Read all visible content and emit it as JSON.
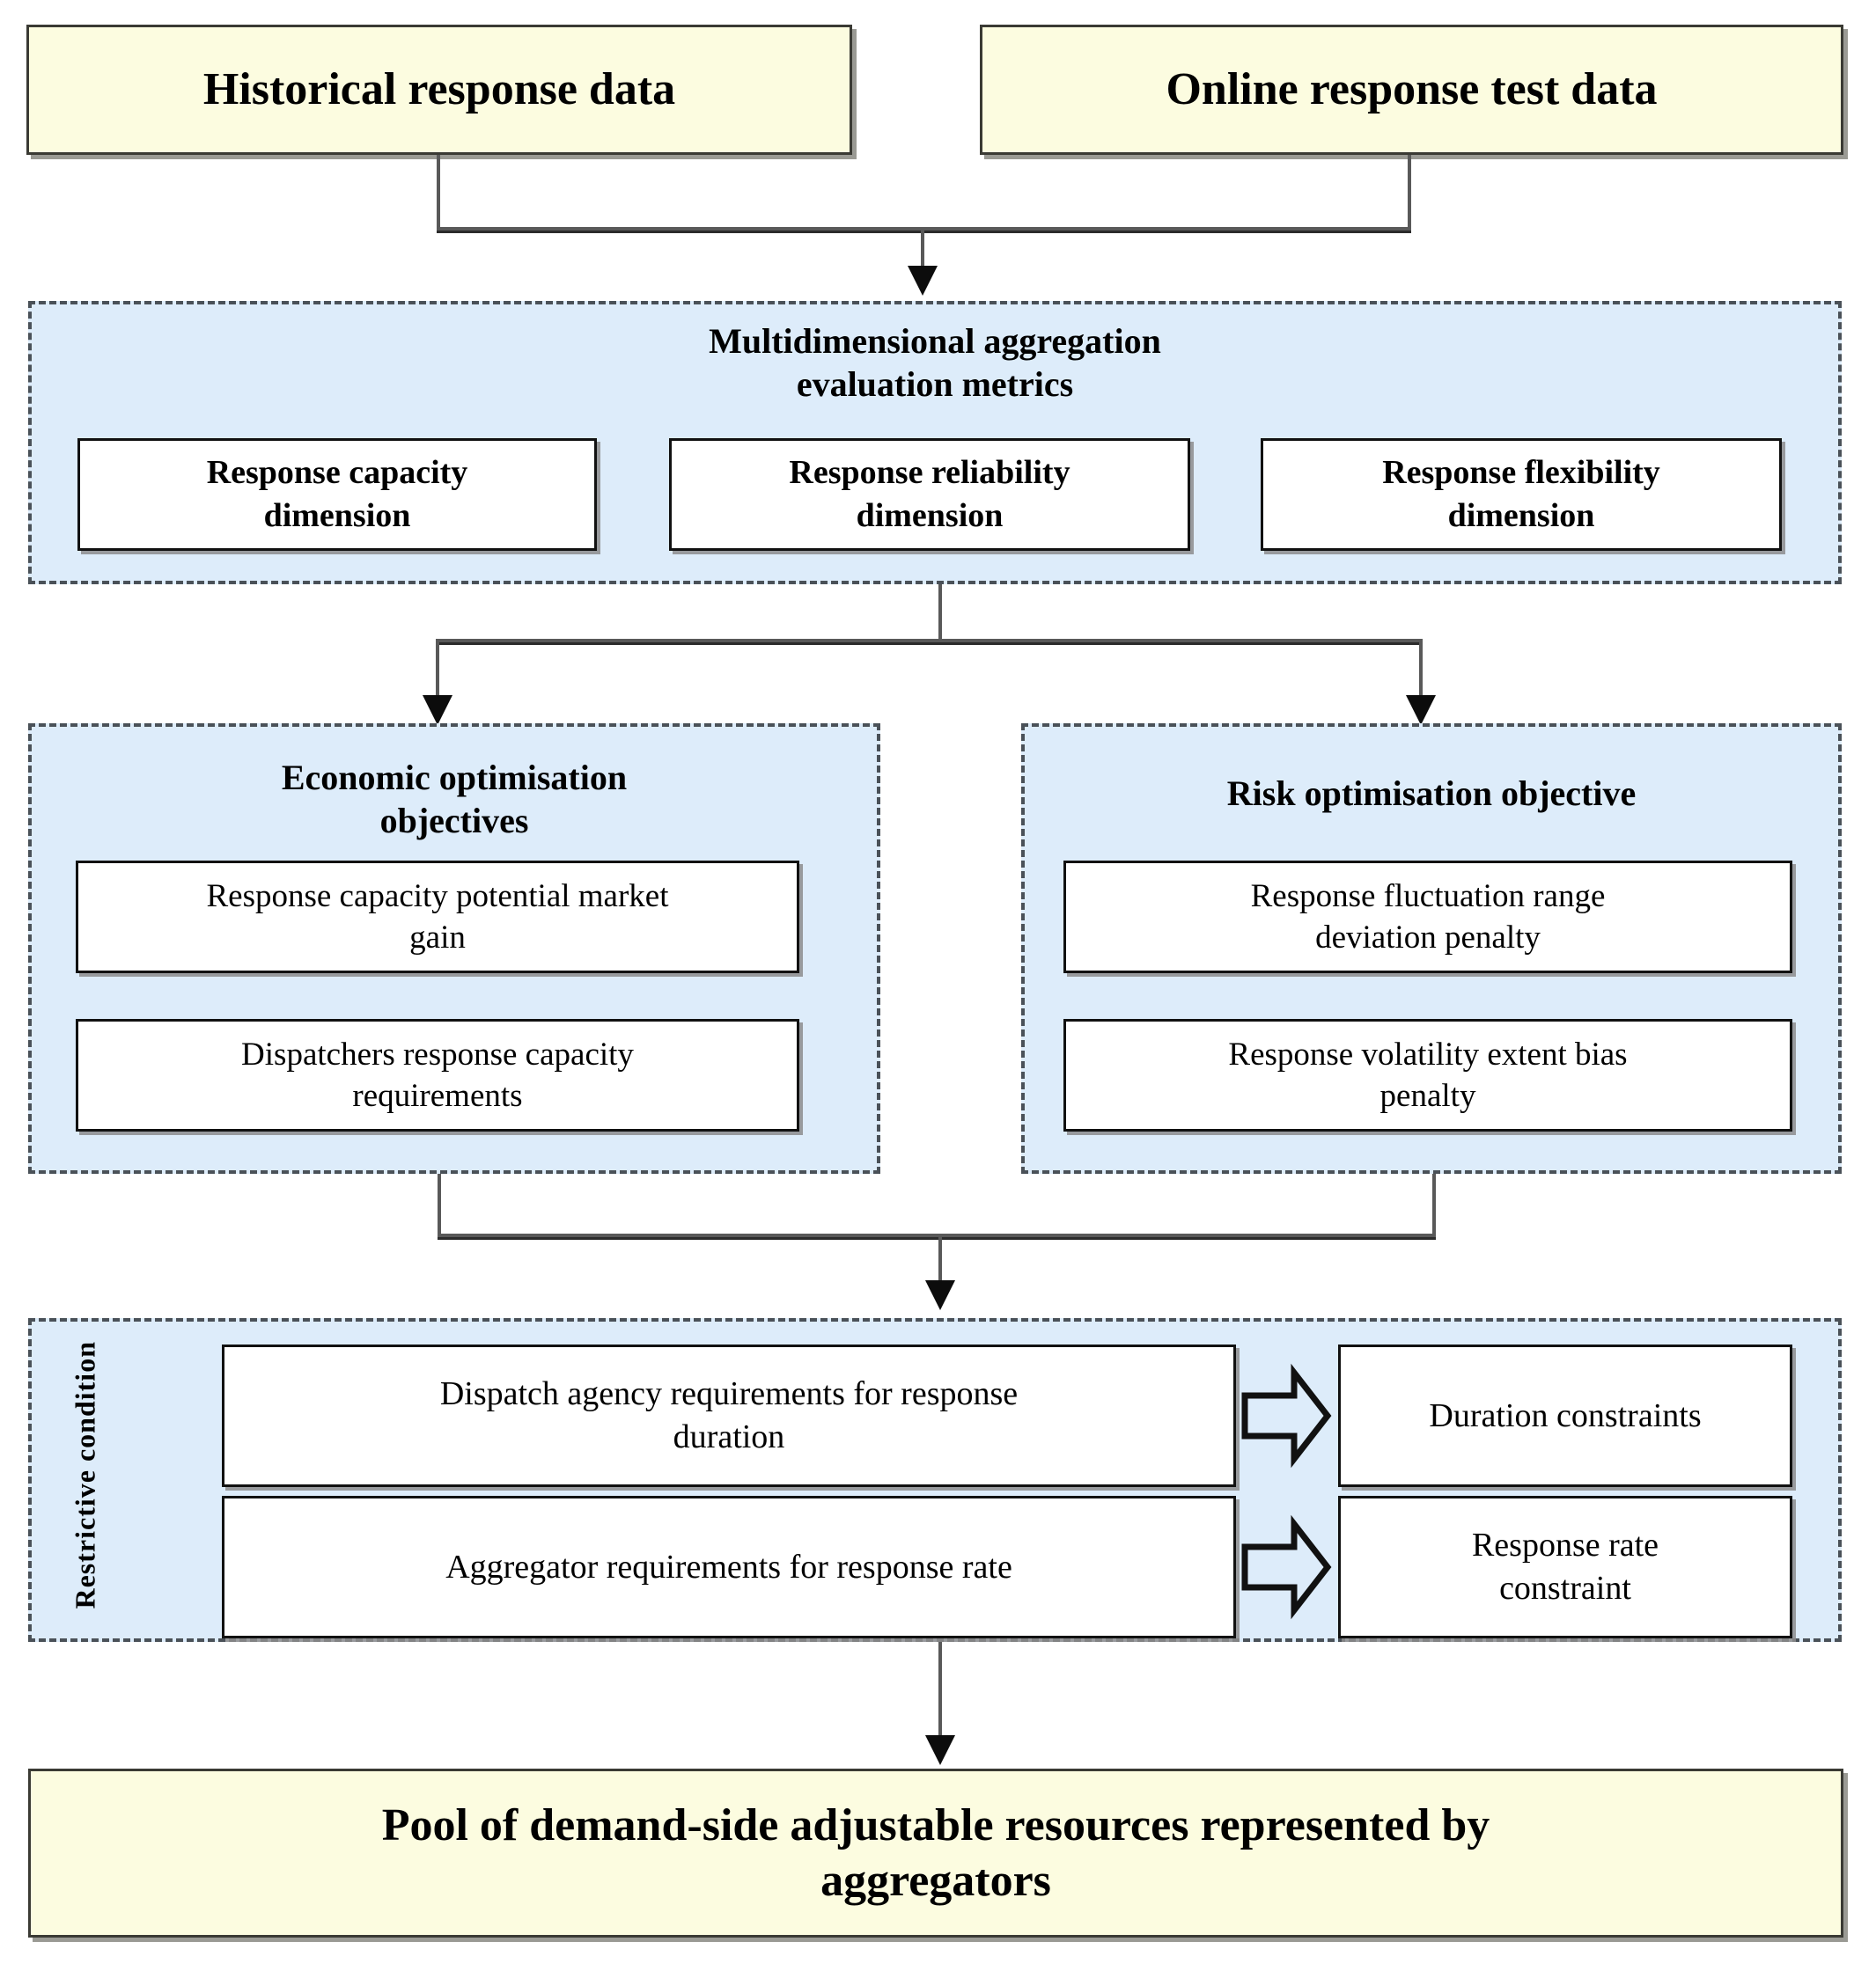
{
  "diagram": {
    "title_implicit": "Demand-side adjustable resource aggregation optimisation flowchart",
    "inputs": [
      {
        "id": "historical",
        "label": "Historical response data"
      },
      {
        "id": "online",
        "label": "Online response test data"
      }
    ],
    "metrics_panel": {
      "title_line1": "Multidimensional aggregation",
      "title_line2": "evaluation metrics",
      "items": [
        {
          "line1": "Response capacity",
          "line2": "dimension"
        },
        {
          "line1": "Response reliability",
          "line2": "dimension"
        },
        {
          "line1": "Response flexibility",
          "line2": "dimension"
        }
      ]
    },
    "economic_panel": {
      "title_line1": "Economic optimisation",
      "title_line2": "objectives",
      "items": [
        {
          "line1": "Response capacity potential market",
          "line2": "gain"
        },
        {
          "line1": "Dispatchers response capacity",
          "line2": "requirements"
        }
      ]
    },
    "risk_panel": {
      "title_line1": "Risk optimisation objective",
      "title_line2": "",
      "items": [
        {
          "line1": "Response fluctuation range",
          "line2": "deviation penalty"
        },
        {
          "line1": "Response volatility extent bias",
          "line2": "penalty"
        }
      ]
    },
    "restrictive_panel": {
      "side_label": "Restrictive condition",
      "rows": [
        {
          "source_line1": "Dispatch agency requirements for response",
          "source_line2": "duration",
          "arrow": "block-arrow-right-icon",
          "target_line1": "Duration constraints",
          "target_line2": ""
        },
        {
          "source_line1": "Aggregator requirements for response rate",
          "source_line2": "",
          "arrow": "block-arrow-right-icon",
          "target_line1": "Response rate",
          "target_line2": "constraint"
        }
      ]
    },
    "output": {
      "line1": "Pool of demand-side adjustable resources represented by",
      "line2": "aggregators"
    },
    "colors": {
      "cream_fill": "#fcfce0",
      "cream_border": "#3a3a34",
      "panel_fill": "#ddecfa",
      "panel_border": "#4a5158",
      "inner_fill": "#ffffff",
      "inner_border": "#111111",
      "connector": "#595959",
      "arrowhead": "#0c0c0c"
    }
  }
}
